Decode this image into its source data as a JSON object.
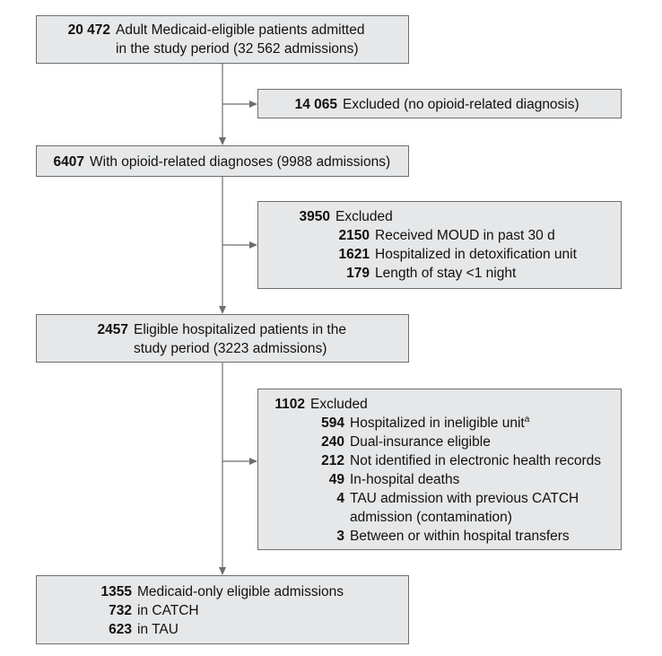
{
  "flow": {
    "b1": {
      "num": "20 472",
      "line1": "Adult Medicaid-eligible patients admitted",
      "line2": "in the study period (32 562 admissions)"
    },
    "e1": {
      "num": "14 065",
      "text": "Excluded (no opioid-related diagnosis)"
    },
    "b2": {
      "num": "6407",
      "text": "With opioid-related diagnoses (9988 admissions)"
    },
    "e2": {
      "num": "3950",
      "label": "Excluded",
      "items": [
        {
          "num": "2150",
          "text": "Received MOUD in past 30 d"
        },
        {
          "num": "1621",
          "text": "Hospitalized in detoxification unit"
        },
        {
          "num": "179",
          "text": "Length of stay <1 night"
        }
      ]
    },
    "b3": {
      "num": "2457",
      "line1": "Eligible hospitalized patients in the",
      "line2": "study period (3223 admissions)"
    },
    "e3": {
      "num": "1102",
      "label": "Excluded",
      "items": [
        {
          "num": "594",
          "text": "Hospitalized in ineligible unit",
          "sup": "a"
        },
        {
          "num": "240",
          "text": "Dual-insurance eligible"
        },
        {
          "num": "212",
          "text": "Not identified in electronic health records"
        },
        {
          "num": "49",
          "text": "In-hospital deaths"
        },
        {
          "num": "4",
          "text": "TAU admission with previous CATCH",
          "text2": "admission (contamination)"
        },
        {
          "num": "3",
          "text": "Between or within hospital transfers"
        }
      ]
    },
    "b4": {
      "num": "1355",
      "label": "Medicaid-only eligible admissions",
      "items": [
        {
          "num": "732",
          "text": "in CATCH"
        },
        {
          "num": "623",
          "text": "in TAU"
        }
      ]
    }
  }
}
